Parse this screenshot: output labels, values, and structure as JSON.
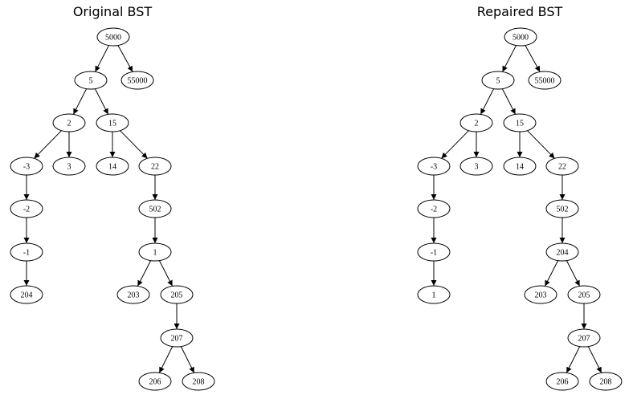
{
  "titles": {
    "left": "Original BST",
    "right": "Repaired BST"
  },
  "trees": [
    {
      "id": "original",
      "nodes": [
        {
          "id": "n5000",
          "label": "5000"
        },
        {
          "id": "n5",
          "label": "5"
        },
        {
          "id": "n55000",
          "label": "55000"
        },
        {
          "id": "n2",
          "label": "2"
        },
        {
          "id": "n15",
          "label": "15"
        },
        {
          "id": "nm3",
          "label": "-3"
        },
        {
          "id": "n3",
          "label": "3"
        },
        {
          "id": "n14",
          "label": "14"
        },
        {
          "id": "n22",
          "label": "22"
        },
        {
          "id": "nm2",
          "label": "-2"
        },
        {
          "id": "n502",
          "label": "502"
        },
        {
          "id": "nm1",
          "label": "-1"
        },
        {
          "id": "n1",
          "label": "1"
        },
        {
          "id": "n204",
          "label": "204"
        },
        {
          "id": "n203",
          "label": "203"
        },
        {
          "id": "n205",
          "label": "205"
        },
        {
          "id": "n207",
          "label": "207"
        },
        {
          "id": "n206",
          "label": "206"
        },
        {
          "id": "n208",
          "label": "208"
        }
      ],
      "edges": [
        [
          "n5000",
          "n5"
        ],
        [
          "n5000",
          "n55000"
        ],
        [
          "n5",
          "n2"
        ],
        [
          "n5",
          "n15"
        ],
        [
          "n2",
          "nm3"
        ],
        [
          "n2",
          "n3"
        ],
        [
          "n15",
          "n14"
        ],
        [
          "n15",
          "n22"
        ],
        [
          "nm3",
          "nm2"
        ],
        [
          "nm2",
          "nm1"
        ],
        [
          "nm1",
          "n204"
        ],
        [
          "n22",
          "n502"
        ],
        [
          "n502",
          "n1"
        ],
        [
          "n1",
          "n203"
        ],
        [
          "n1",
          "n205"
        ],
        [
          "n205",
          "n207"
        ],
        [
          "n207",
          "n206"
        ],
        [
          "n207",
          "n208"
        ]
      ]
    },
    {
      "id": "repaired",
      "nodes": [
        {
          "id": "n5000",
          "label": "5000"
        },
        {
          "id": "n5",
          "label": "5"
        },
        {
          "id": "n55000",
          "label": "55000"
        },
        {
          "id": "n2",
          "label": "2"
        },
        {
          "id": "n15",
          "label": "15"
        },
        {
          "id": "nm3",
          "label": "-3"
        },
        {
          "id": "n3",
          "label": "3"
        },
        {
          "id": "n14",
          "label": "14"
        },
        {
          "id": "n22",
          "label": "22"
        },
        {
          "id": "nm2",
          "label": "-2"
        },
        {
          "id": "n502",
          "label": "502"
        },
        {
          "id": "nm1",
          "label": "-1"
        },
        {
          "id": "n204",
          "label": "204"
        },
        {
          "id": "n1",
          "label": "1"
        },
        {
          "id": "n203",
          "label": "203"
        },
        {
          "id": "n205",
          "label": "205"
        },
        {
          "id": "n207",
          "label": "207"
        },
        {
          "id": "n206",
          "label": "206"
        },
        {
          "id": "n208",
          "label": "208"
        }
      ],
      "edges": [
        [
          "n5000",
          "n5"
        ],
        [
          "n5000",
          "n55000"
        ],
        [
          "n5",
          "n2"
        ],
        [
          "n5",
          "n15"
        ],
        [
          "n2",
          "nm3"
        ],
        [
          "n2",
          "n3"
        ],
        [
          "n15",
          "n14"
        ],
        [
          "n15",
          "n22"
        ],
        [
          "nm3",
          "nm2"
        ],
        [
          "nm2",
          "nm1"
        ],
        [
          "nm1",
          "n1"
        ],
        [
          "n22",
          "n502"
        ],
        [
          "n502",
          "n204"
        ],
        [
          "n204",
          "n203"
        ],
        [
          "n204",
          "n205"
        ],
        [
          "n205",
          "n207"
        ],
        [
          "n207",
          "n206"
        ],
        [
          "n207",
          "n208"
        ]
      ]
    }
  ]
}
